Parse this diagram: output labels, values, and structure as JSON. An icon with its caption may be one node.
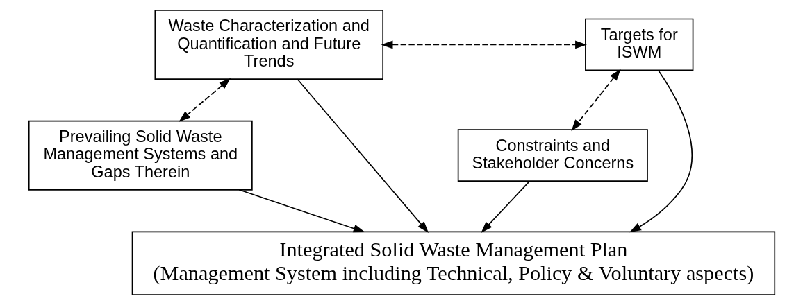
{
  "diagram": {
    "nodes": [
      {
        "text": [
          "Waste Characterization and Quantification and Future Trends"
        ]
      },
      {
        "text": [
          "Targets for ISWM"
        ]
      },
      {
        "text": [
          "Prevailing Solid Waste Management Systems and Gaps Therein"
        ]
      },
      {
        "text": [
          "Constraints and Stakeholder Concerns"
        ]
      },
      {
        "text": [
          "Integrated Solid Waste Management Plan",
          "(Management System including Technical, Policy & Voluntary aspects)"
        ]
      }
    ],
    "edges": [
      {
        "from": 0,
        "to": 1,
        "arrow": "both",
        "style": "dashed"
      },
      {
        "from": 0,
        "to": 2,
        "arrow": "both",
        "style": "dashed"
      },
      {
        "from": 1,
        "to": 3,
        "arrow": "both",
        "style": "dashed"
      },
      {
        "from": 2,
        "to": 4,
        "arrow": "to"
      },
      {
        "from": 0,
        "to": 4,
        "arrow": "to"
      },
      {
        "from": 1,
        "to": 4,
        "arrow": "to"
      },
      {
        "from": 3,
        "to": 4,
        "arrow": "to"
      }
    ]
  }
}
